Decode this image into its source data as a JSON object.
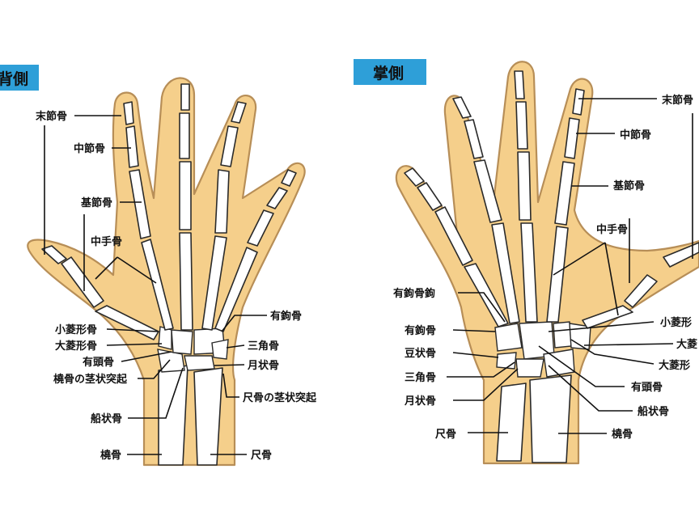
{
  "dorsal": {
    "heading": "背側",
    "labels": {
      "distal_phalanx": "末節骨",
      "middle_phalanx": "中節骨",
      "proximal_phalanx": "基節骨",
      "metacarpal": "中手骨",
      "trapezoid": "小菱形骨",
      "trapezium": "大菱形骨",
      "capitate": "有頭骨",
      "radial_styloid": "橈骨の茎状突起",
      "scaphoid": "船状骨",
      "radius": "橈骨",
      "hamate": "有鉤骨",
      "triquetrum": "三角骨",
      "lunate": "月状骨",
      "ulnar_styloid": "尺骨の茎状突起",
      "ulna": "尺骨"
    }
  },
  "palmar": {
    "heading": "掌側",
    "labels": {
      "distal_phalanx": "末節骨",
      "middle_phalanx": "中節骨",
      "proximal_phalanx": "基節骨",
      "metacarpal": "中手骨",
      "hook_of_hamate": "有鉤骨鉤",
      "hamate": "有鉤骨",
      "pisiform": "豆状骨",
      "triquetrum": "三角骨",
      "lunate": "月状骨",
      "ulna": "尺骨",
      "trapezoid": "小菱形",
      "trapezium_1": "大菱",
      "trapezium_2": "大菱形",
      "capitate": "有頭骨",
      "scaphoid": "船状骨",
      "radius": "橈骨"
    }
  }
}
